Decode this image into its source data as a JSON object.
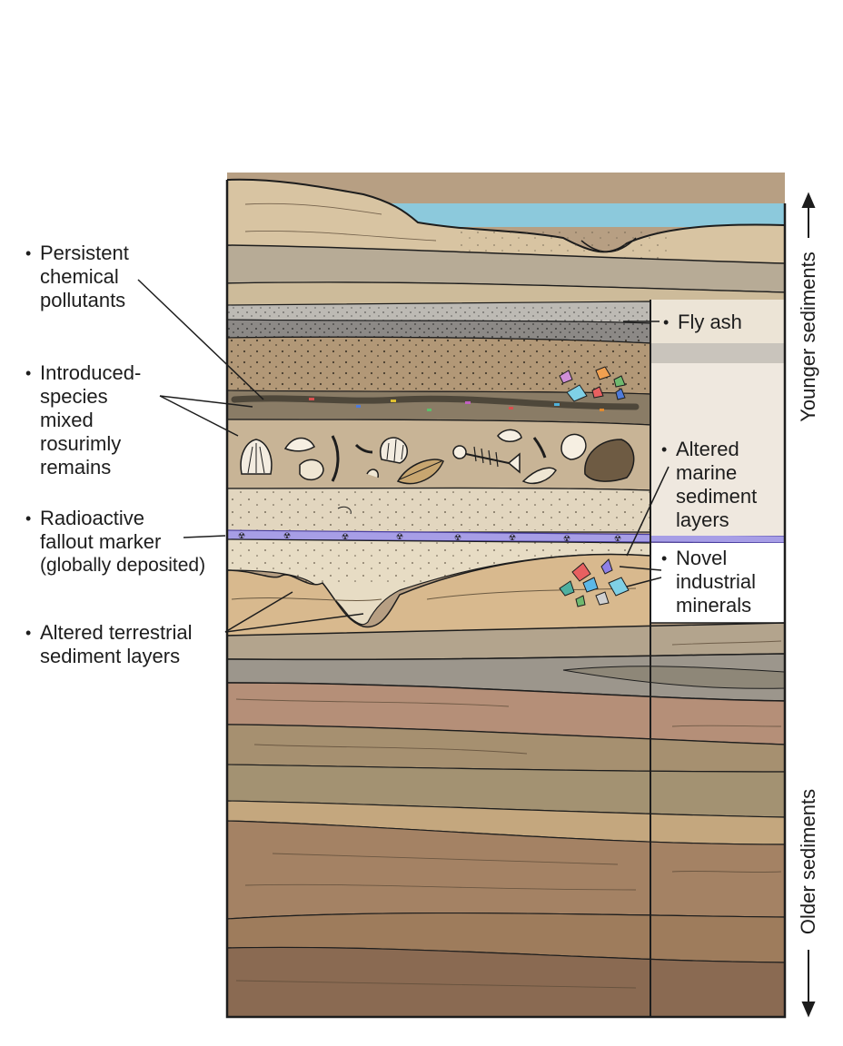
{
  "labels": {
    "pollutants": [
      "Persistent",
      "chemical",
      "pollutants"
    ],
    "species": [
      "Introduced-",
      "species",
      "mixed",
      "rosurimly",
      "remains"
    ],
    "radioactive": [
      "Radioactive",
      "fallout marker",
      "(globally deposited)"
    ],
    "terrestrial": [
      "Altered terrestrial",
      "sediment layers"
    ],
    "fly_ash": "Fly ash",
    "marine": [
      "Altered",
      "marine",
      "sediment",
      "layers"
    ],
    "minerals": [
      "Novel",
      "industrial",
      "minerals"
    ]
  },
  "axis": {
    "younger": "Younger sediments",
    "older": "Older sediments"
  },
  "colors": {
    "water": "#7fc3d8",
    "fallout_band": "#a79ee6",
    "outline": "#1d1d1d"
  }
}
